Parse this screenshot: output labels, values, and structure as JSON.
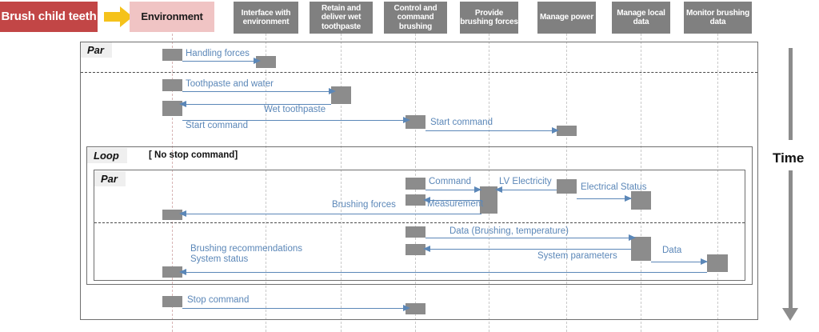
{
  "diagram": {
    "title": "Brush child teeth sequence diagram",
    "colors": {
      "actor_red": "#c24646",
      "actor_pink": "#f0c4c4",
      "actor_gray": "#808080",
      "message_blue": "#5b87b8",
      "activation_gray": "#8c8c8c",
      "chevron_yellow": "#f5c21b",
      "frame_border": "#6f6f6f"
    },
    "lifelines": [
      {
        "id": "brush",
        "label": "Brush child teeth",
        "style": "red"
      },
      {
        "id": "environment",
        "label": "Environment",
        "style": "pink"
      },
      {
        "id": "interface",
        "label": "Interface with environment",
        "style": "gray"
      },
      {
        "id": "retain",
        "label": "Retain and deliver wet toothpaste",
        "style": "gray"
      },
      {
        "id": "control",
        "label": "Control and command brushing",
        "style": "gray"
      },
      {
        "id": "forces",
        "label": "Provide brushing forces",
        "style": "gray"
      },
      {
        "id": "power",
        "label": "Manage power",
        "style": "gray"
      },
      {
        "id": "localdata",
        "label": "Manage local data",
        "style": "gray"
      },
      {
        "id": "monitor",
        "label": "Monitor brushing data",
        "style": "gray"
      }
    ],
    "chevron": {
      "name": "yellow-arrow",
      "direction": "right"
    },
    "fragments": [
      {
        "id": "par-outer",
        "operator": "Par",
        "guard": ""
      },
      {
        "id": "loop",
        "operator": "Loop",
        "guard": "[ No stop command]"
      },
      {
        "id": "par-inner",
        "operator": "Par",
        "guard": ""
      }
    ],
    "messages": [
      {
        "id": "m1",
        "label": "Handling  forces",
        "from": "environment",
        "to": "interface",
        "direction": "right"
      },
      {
        "id": "m2",
        "label": "Toothpaste and water",
        "from": "environment",
        "to": "retain",
        "direction": "right"
      },
      {
        "id": "m3",
        "label": "Wet toothpaste",
        "from": "retain",
        "to": "environment",
        "direction": "left"
      },
      {
        "id": "m4",
        "label": "Start command",
        "from": "environment",
        "to": "control",
        "direction": "right"
      },
      {
        "id": "m5",
        "label": "Start command",
        "from": "control",
        "to": "power",
        "direction": "right"
      },
      {
        "id": "m6",
        "label": "Command",
        "from": "control",
        "to": "forces",
        "direction": "right"
      },
      {
        "id": "m7",
        "label": "Measurement",
        "from": "forces",
        "to": "control",
        "direction": "left"
      },
      {
        "id": "m8",
        "label": "LV Electricity",
        "from": "power",
        "to": "forces",
        "direction": "left"
      },
      {
        "id": "m9",
        "label": "Electrical Status",
        "from": "power",
        "to": "localdata",
        "direction": "right"
      },
      {
        "id": "m10",
        "label": "Brushing  forces",
        "from": "forces",
        "to": "environment",
        "direction": "left"
      },
      {
        "id": "m11",
        "label": "Data (Brushing,  temperature)",
        "from": "control",
        "to": "localdata",
        "direction": "right"
      },
      {
        "id": "m12",
        "label": "System parameters",
        "from": "localdata",
        "to": "control",
        "direction": "left"
      },
      {
        "id": "m13",
        "label": "Data",
        "from": "localdata",
        "to": "monitor",
        "direction": "right"
      },
      {
        "id": "m14",
        "label": "Brushing  recommendations",
        "from": "monitor",
        "to": "environment",
        "direction": "left"
      },
      {
        "id": "m15",
        "label": "System status",
        "from": "monitor",
        "to": "environment",
        "direction": "left"
      },
      {
        "id": "m16",
        "label": "Stop command",
        "from": "environment",
        "to": "control",
        "direction": "right"
      }
    ],
    "time_axis": {
      "label": "Time",
      "direction": "down"
    }
  }
}
